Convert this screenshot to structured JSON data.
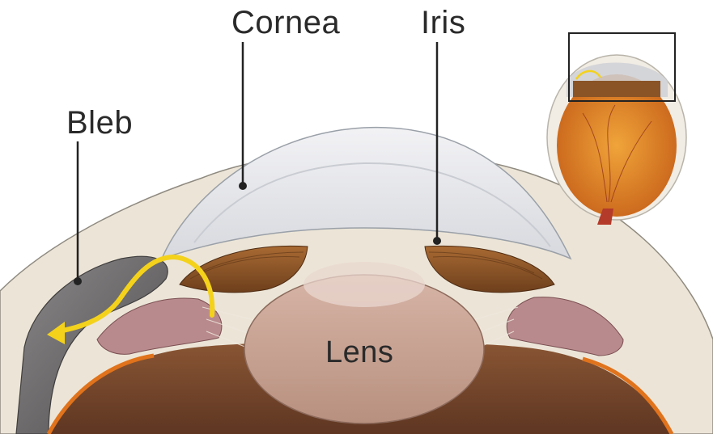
{
  "labels": {
    "cornea": "Cornea",
    "iris": "Iris",
    "bleb": "Bleb",
    "lens": "Lens"
  },
  "colors": {
    "cornea_fill": "#e4e5e9",
    "sclera_fill": "#e9e2d3",
    "iris_fill": "#8a5426",
    "lens_fill": "#c7a293",
    "bleb_fill": "#6f6d6e",
    "aqueous_flow_arrow": "#f4d21b",
    "vitreous_fill": "#7a4a2e",
    "ciliary_body_fill": "#b98a8d",
    "leader_line": "#222222"
  },
  "icons": {
    "flow_arrow": "aqueous-flow-arrow-icon",
    "inset": "eye-cross-section-inset-icon"
  }
}
